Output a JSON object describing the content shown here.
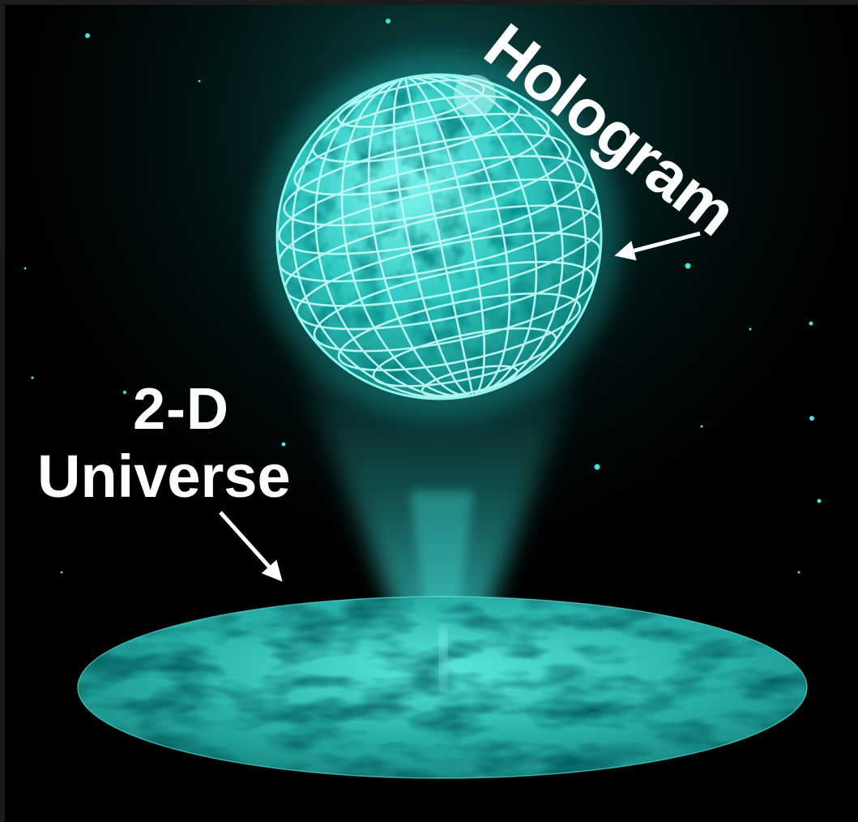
{
  "labels": {
    "hologram": "Hologram",
    "two_d": "2-D",
    "universe": "Universe"
  },
  "colors": {
    "background": "#000000",
    "frame": "#1c1c1c",
    "accent": "#3fe6e0",
    "text": "#ffffff"
  },
  "icons": [
    "arrow-to-sphere-icon",
    "arrow-to-disk-icon"
  ]
}
